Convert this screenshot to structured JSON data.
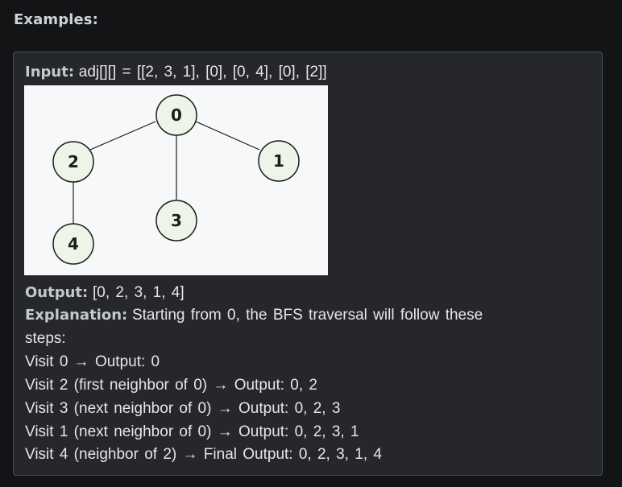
{
  "heading": "Examples:",
  "input": {
    "label": "Input:",
    "value": "adj[][] = [[2, 3, 1], [0], [0, 4], [0], [2]]"
  },
  "graph": {
    "nodes": [
      {
        "id": "0",
        "label": "0"
      },
      {
        "id": "1",
        "label": "1"
      },
      {
        "id": "2",
        "label": "2"
      },
      {
        "id": "3",
        "label": "3"
      },
      {
        "id": "4",
        "label": "4"
      }
    ],
    "edges": [
      [
        "0",
        "2"
      ],
      [
        "0",
        "3"
      ],
      [
        "0",
        "1"
      ],
      [
        "2",
        "4"
      ]
    ]
  },
  "output": {
    "label": "Output:",
    "value": "[0, 2, 3, 1, 4]"
  },
  "explanation": {
    "label": "Explanation:",
    "text_line1": "Starting from 0, the BFS traversal will follow these",
    "text_line2": "steps:"
  },
  "steps": [
    "Visit 0 → Output: 0",
    "Visit 2 (first neighbor of 0) → Output: 0, 2",
    "Visit 3 (next neighbor of 0) → Output: 0, 2, 3",
    "Visit 1 (next neighbor of 0) → Output: 0, 2, 3, 1",
    "Visit 4 (neighbor of 2) → Final Output: 0, 2, 3, 1, 4"
  ]
}
